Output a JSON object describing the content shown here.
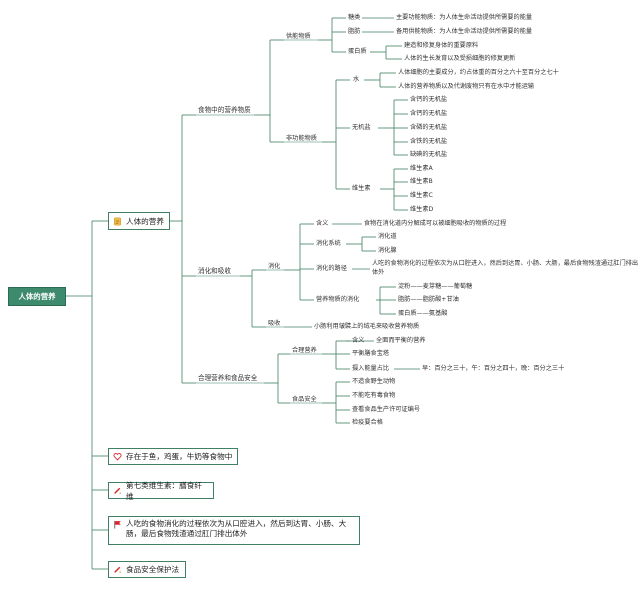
{
  "root": "人体的营养",
  "branches": {
    "b1": {
      "label": "人体的营养",
      "icon": "note-icon",
      "n1": {
        "label": "食物中的营养物质",
        "n1a": {
          "label": "供能物质",
          "sugar": {
            "label": "糖类",
            "desc": "主要功能物质：为人体生命活动提供所需要的能量"
          },
          "fat": {
            "label": "脂肪",
            "desc": "备用供能物质：为人体生命活动提供所需要的能量"
          },
          "protein": {
            "label": "蛋白质",
            "d1": "建造和修复身体的重要原料",
            "d2": "人体的生长发育以及受损细胞的修复更新"
          }
        },
        "n1b": {
          "label": "非功能物质",
          "water": {
            "label": "水",
            "d1": "人体细胞的主要成分，约占体重的百分之六十至百分之七十",
            "d2": "人体的营养物质以及代谢废物只有在水中才能运输"
          },
          "salt": {
            "label": "无机盐",
            "items": [
              "含钙的无机盐",
              "含钙的无机盐",
              "含磷的无机盐",
              "含铁的无机盐",
              "缺碘的无机盐"
            ]
          },
          "vit": {
            "label": "维生素",
            "items": [
              "维生素A",
              "维生素B",
              "维生素C",
              "维生素D"
            ]
          }
        }
      },
      "n2": {
        "label": "消化和吸收",
        "digest": {
          "label": "消化",
          "meaning": {
            "label": "含义",
            "desc": "食物在消化道内分解成可以被细胞吸收的物质的过程"
          },
          "system": {
            "label": "消化系统",
            "items": [
              "消化道",
              "消化腺"
            ]
          },
          "path": {
            "label": "消化的路径",
            "desc": "人吃的食物消化的过程依次为从口腔进入，然后到达胃、小肠、大肠，最后食物残渣通过肛门排出体外"
          },
          "nutrient": {
            "label": "营养物质的消化",
            "items": [
              "淀粉——麦芽糖——葡萄糖",
              "脂肪——脂肪酸+甘油",
              "蛋白质——氨基酸"
            ]
          }
        },
        "absorb": {
          "label": "吸收",
          "desc": "小肠利用皱襞上的绒毛来吸收营养物质"
        }
      },
      "n3": {
        "label": "合理营养和食品安全",
        "reasonable": {
          "label": "合理营养",
          "meaning": {
            "label": "含义",
            "desc": "全面而平衡的营养"
          },
          "tower": "平衡膳食宝塔",
          "ratio": {
            "label": "摄入能量占比",
            "desc": "早：百分之三十，午：百分之四十，晚：百分之三十"
          }
        },
        "safety": {
          "label": "食品安全",
          "items": [
            "不造食野生动物",
            "不能吃有毒食物",
            "查看食品生产许可证编号",
            "检疫要合格"
          ]
        }
      }
    },
    "b2": {
      "label": "存在于鱼，鸡蛋，牛奶等食物中",
      "icon": "heart-icon"
    },
    "b3": {
      "label": "第七类维生素：膳食纤维",
      "icon": "pencil-icon"
    },
    "b4": {
      "label": "人吃的食物消化的过程依次为从口腔进入，然后到达胃、小肠、大肠，最后食物残渣通过肛门排出体外",
      "icon": "flag-icon"
    },
    "b5": {
      "label": "食品安全保护法",
      "icon": "pencil-icon"
    }
  },
  "colors": {
    "line": "#3f7f63",
    "root_fill": "#3d8a6c",
    "heart": "#d9262c",
    "flag": "#d9262c",
    "note": "#e0a526"
  }
}
